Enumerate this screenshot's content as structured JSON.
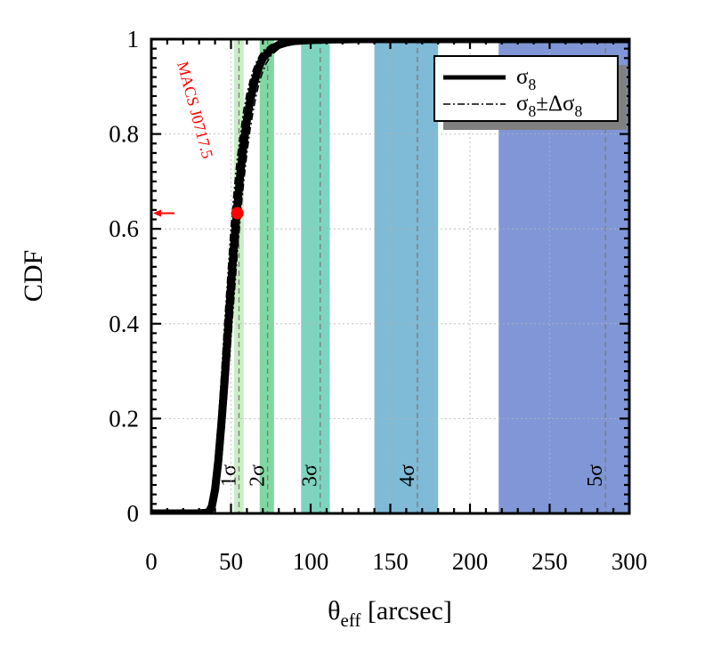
{
  "chart_data": {
    "type": "line",
    "xlabel": "θ",
    "xlabel_sub": "eff",
    "xlabel_unit": "[arcsec]",
    "ylabel": "CDF",
    "xlim": [
      0,
      300
    ],
    "ylim": [
      0,
      1
    ],
    "xticks": [
      0,
      50,
      100,
      150,
      200,
      250,
      300
    ],
    "yticks": [
      0,
      0.2,
      0.4,
      0.6,
      0.8,
      1
    ],
    "ytick_labels": [
      "0",
      "0.2",
      "0.4",
      "0.6",
      "0.8",
      "1"
    ],
    "grid": true,
    "legend_position": "top-right",
    "series": [
      {
        "name": "σ",
        "name_sub": "8",
        "style": "solid-thick",
        "color": "#000000",
        "x": [
          0,
          30,
          36,
          38,
          40,
          42,
          44,
          46,
          48,
          50,
          52,
          54,
          56,
          58,
          60,
          62,
          64,
          66,
          68,
          70,
          75,
          80,
          85,
          90,
          100,
          110,
          130,
          150,
          200,
          250,
          300
        ],
        "y": [
          0,
          0,
          0.002,
          0.015,
          0.05,
          0.11,
          0.19,
          0.28,
          0.38,
          0.48,
          0.57,
          0.65,
          0.72,
          0.78,
          0.83,
          0.87,
          0.9,
          0.925,
          0.945,
          0.96,
          0.978,
          0.988,
          0.993,
          0.996,
          0.998,
          0.999,
          1,
          1,
          1,
          1,
          1
        ]
      },
      {
        "name": "σ",
        "name_sub": "8",
        "name_suffix": "±Δσ",
        "name_suffix_sub": "8",
        "variant": "upper",
        "style": "dash-dot",
        "color": "#000000",
        "x": [
          0,
          28,
          34,
          36,
          38,
          40,
          42,
          44,
          46,
          48,
          50,
          52,
          54,
          56,
          58,
          60,
          62,
          64,
          66,
          68,
          70,
          75,
          80,
          85,
          90,
          100,
          110,
          130,
          150,
          200,
          250,
          300
        ],
        "y": [
          0,
          0,
          0.002,
          0.015,
          0.05,
          0.11,
          0.19,
          0.29,
          0.4,
          0.5,
          0.6,
          0.68,
          0.75,
          0.8,
          0.85,
          0.885,
          0.912,
          0.935,
          0.952,
          0.965,
          0.975,
          0.988,
          0.994,
          0.997,
          0.998,
          0.999,
          1,
          1,
          1,
          1,
          1,
          1
        ]
      },
      {
        "name": "σ",
        "name_sub": "8",
        "name_suffix": "±Δσ",
        "name_suffix_sub": "8",
        "variant": "lower",
        "style": "dash-dot",
        "color": "#000000",
        "x": [
          0,
          32,
          38,
          40,
          42,
          44,
          46,
          48,
          50,
          52,
          54,
          56,
          58,
          60,
          62,
          64,
          66,
          68,
          70,
          72,
          75,
          80,
          85,
          90,
          100,
          110,
          130,
          150,
          200,
          250,
          300
        ],
        "y": [
          0,
          0,
          0.002,
          0.015,
          0.05,
          0.11,
          0.19,
          0.28,
          0.37,
          0.46,
          0.55,
          0.63,
          0.7,
          0.76,
          0.81,
          0.85,
          0.885,
          0.912,
          0.932,
          0.948,
          0.965,
          0.98,
          0.988,
          0.993,
          0.997,
          0.999,
          1,
          1,
          1,
          1,
          1
        ]
      }
    ],
    "bands": [
      {
        "label": "1σ",
        "from": 52,
        "to": 58,
        "line": 55,
        "color": "#c9eec3"
      },
      {
        "label": "2σ",
        "from": 68,
        "to": 77,
        "line": 73,
        "color": "#7fd8a0"
      },
      {
        "label": "3σ",
        "from": 94,
        "to": 112,
        "line": 106,
        "color": "#7dd5c0"
      },
      {
        "label": "4σ",
        "from": 140,
        "to": 180,
        "line": 167,
        "color": "#7fbad6"
      },
      {
        "label": "5σ",
        "from": 218,
        "to": 300,
        "line": 285,
        "color": "#8096d6"
      }
    ],
    "marker": {
      "x": 54,
      "y": 0.633,
      "color": "#ff0000"
    },
    "arrow": {
      "y": 0.633,
      "color": "#ff0000"
    },
    "annotation": {
      "text": "MACS J0717.5",
      "color": "#ff0000"
    }
  }
}
